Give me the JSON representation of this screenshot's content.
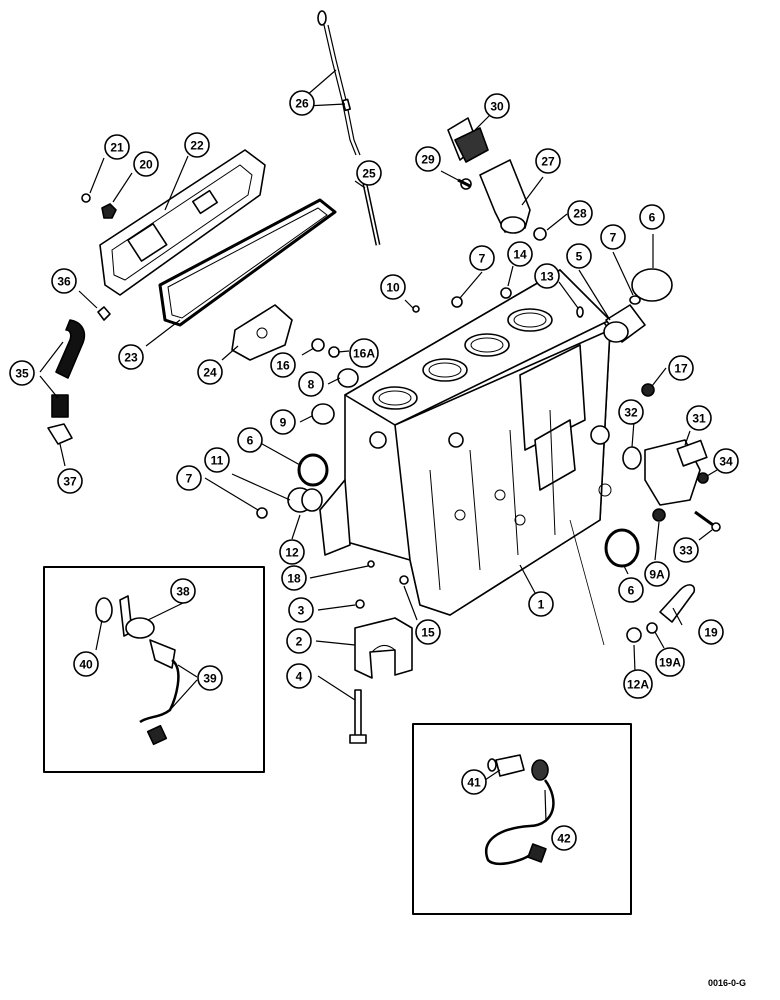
{
  "figure_code": "0016-0-G",
  "callouts": [
    {
      "id": "1",
      "label": "1"
    },
    {
      "id": "2",
      "label": "2"
    },
    {
      "id": "3",
      "label": "3"
    },
    {
      "id": "4",
      "label": "4"
    },
    {
      "id": "5",
      "label": "5"
    },
    {
      "id": "6a",
      "label": "6"
    },
    {
      "id": "6b",
      "label": "6"
    },
    {
      "id": "6c",
      "label": "6"
    },
    {
      "id": "7a",
      "label": "7"
    },
    {
      "id": "7b",
      "label": "7"
    },
    {
      "id": "7c",
      "label": "7"
    },
    {
      "id": "8",
      "label": "8"
    },
    {
      "id": "9",
      "label": "9"
    },
    {
      "id": "9A",
      "label": "9A"
    },
    {
      "id": "10",
      "label": "10"
    },
    {
      "id": "11",
      "label": "11"
    },
    {
      "id": "12",
      "label": "12"
    },
    {
      "id": "12A",
      "label": "12A"
    },
    {
      "id": "13",
      "label": "13"
    },
    {
      "id": "14",
      "label": "14"
    },
    {
      "id": "15",
      "label": "15"
    },
    {
      "id": "16",
      "label": "16"
    },
    {
      "id": "16A",
      "label": "16A"
    },
    {
      "id": "17",
      "label": "17"
    },
    {
      "id": "18",
      "label": "18"
    },
    {
      "id": "19",
      "label": "19"
    },
    {
      "id": "19A",
      "label": "19A"
    },
    {
      "id": "20",
      "label": "20"
    },
    {
      "id": "21",
      "label": "21"
    },
    {
      "id": "22",
      "label": "22"
    },
    {
      "id": "23",
      "label": "23"
    },
    {
      "id": "24",
      "label": "24"
    },
    {
      "id": "25",
      "label": "25"
    },
    {
      "id": "26",
      "label": "26"
    },
    {
      "id": "27",
      "label": "27"
    },
    {
      "id": "28",
      "label": "28"
    },
    {
      "id": "29",
      "label": "29"
    },
    {
      "id": "30",
      "label": "30"
    },
    {
      "id": "31",
      "label": "31"
    },
    {
      "id": "32",
      "label": "32"
    },
    {
      "id": "33",
      "label": "33"
    },
    {
      "id": "34",
      "label": "34"
    },
    {
      "id": "35",
      "label": "35"
    },
    {
      "id": "36",
      "label": "36"
    },
    {
      "id": "37",
      "label": "37"
    },
    {
      "id": "38",
      "label": "38"
    },
    {
      "id": "39",
      "label": "39"
    },
    {
      "id": "40",
      "label": "40"
    },
    {
      "id": "41",
      "label": "41"
    },
    {
      "id": "42",
      "label": "42"
    }
  ]
}
